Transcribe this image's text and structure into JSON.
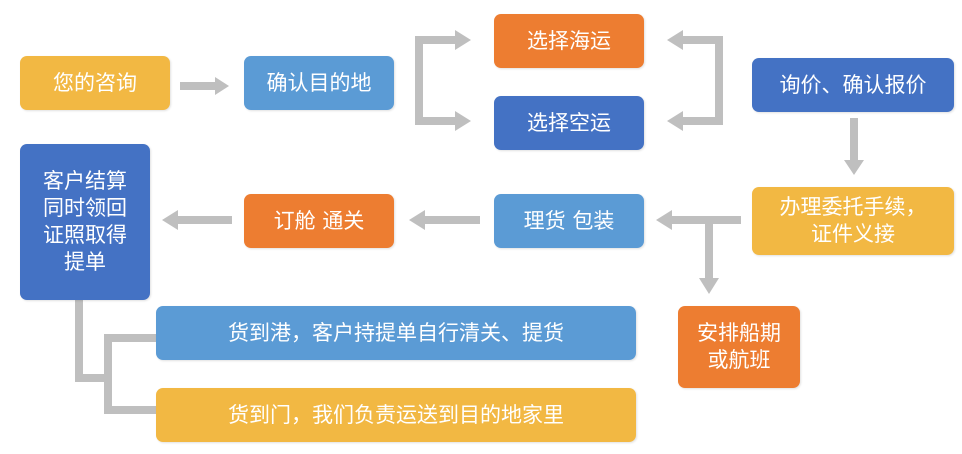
{
  "colors": {
    "yellow": "#f2b843",
    "light_blue": "#5b9bd5",
    "dark_blue": "#4472c4",
    "orange": "#ed7d31",
    "arrow_gray": "#bfbfbf"
  },
  "nodes": {
    "consult": "您的咨询",
    "confirm_destination": "确认目的地",
    "sea_freight": "选择海运",
    "air_freight": "选择空运",
    "quote": "询价、确认报价",
    "commission": {
      "line1": "办理委托手续，",
      "line2": "证件义接"
    },
    "sort_pack": "理货 包装",
    "booking_customs": "订舱 通关",
    "settlement": {
      "line1": "客户结算",
      "line2": "同时领回",
      "line3": "证照取得",
      "line4": "提单"
    },
    "schedule": {
      "line1": "安排船期",
      "line2": "或航班"
    },
    "port_delivery": "货到港，客户持提单自行清关、提货",
    "door_delivery": "货到门，我们负责运送到目的地家里"
  }
}
